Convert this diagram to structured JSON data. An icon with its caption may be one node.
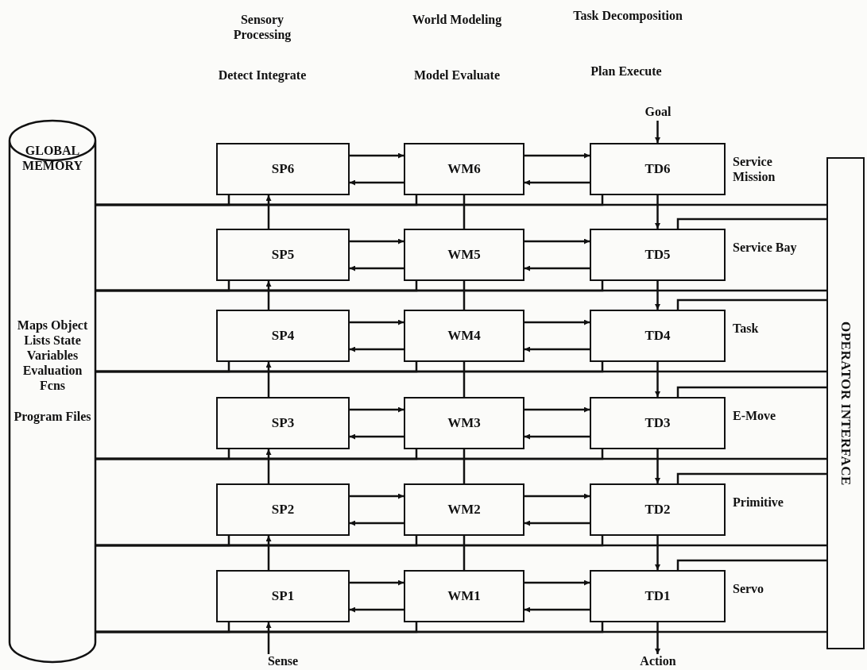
{
  "diagram": {
    "nodes": [
      {
        "text": [
          "GLOBAL MEMORY",
          "Maps Object Lists State Variables Evaluation Fcns",
          "Program Files"
        ]
      },
      {
        "text": [
          "OPERATOR INTERFACE"
        ]
      },
      {
        "text": [
          "SP6"
        ]
      },
      {
        "text": [
          "WM6"
        ]
      },
      {
        "text": [
          "TD6"
        ]
      },
      {
        "text": [
          "SP5"
        ]
      },
      {
        "text": [
          "WM5"
        ]
      },
      {
        "text": [
          "TD5"
        ]
      },
      {
        "text": [
          "SP4"
        ]
      },
      {
        "text": [
          "WM4"
        ]
      },
      {
        "text": [
          "TD4"
        ]
      },
      {
        "text": [
          "SP3"
        ]
      },
      {
        "text": [
          "WM3"
        ]
      },
      {
        "text": [
          "TD3"
        ]
      },
      {
        "text": [
          "SP2"
        ]
      },
      {
        "text": [
          "WM2"
        ]
      },
      {
        "text": [
          "TD2"
        ]
      },
      {
        "text": [
          "SP1"
        ]
      },
      {
        "text": [
          "WM1"
        ]
      },
      {
        "text": [
          "TD1"
        ]
      },
      {
        "text": [
          "Goal"
        ]
      },
      {
        "text": [
          "Sense"
        ]
      },
      {
        "text": [
          "Action"
        ]
      }
    ],
    "edges": [
      {
        "from": 20,
        "to": 4,
        "arrow": "to"
      },
      {
        "from": 2,
        "to": 3,
        "arrow": "to"
      },
      {
        "from": 3,
        "to": 2,
        "arrow": "to"
      },
      {
        "from": 3,
        "to": 4,
        "arrow": "to"
      },
      {
        "from": 4,
        "to": 3,
        "arrow": "to"
      },
      {
        "from": 2,
        "to": 0,
        "arrow": "none"
      },
      {
        "from": 3,
        "to": 0,
        "arrow": "none"
      },
      {
        "from": 4,
        "to": 0,
        "arrow": "none"
      },
      {
        "from": 0,
        "to": 1,
        "arrow": "none"
      },
      {
        "from": 5,
        "to": 6,
        "arrow": "to"
      },
      {
        "from": 6,
        "to": 5,
        "arrow": "to"
      },
      {
        "from": 6,
        "to": 7,
        "arrow": "to"
      },
      {
        "from": 7,
        "to": 6,
        "arrow": "to"
      },
      {
        "from": 5,
        "to": 0,
        "arrow": "none"
      },
      {
        "from": 6,
        "to": 0,
        "arrow": "none"
      },
      {
        "from": 7,
        "to": 0,
        "arrow": "none"
      },
      {
        "from": 0,
        "to": 1,
        "arrow": "none"
      },
      {
        "from": 8,
        "to": 9,
        "arrow": "to"
      },
      {
        "from": 9,
        "to": 8,
        "arrow": "to"
      },
      {
        "from": 9,
        "to": 10,
        "arrow": "to"
      },
      {
        "from": 10,
        "to": 9,
        "arrow": "to"
      },
      {
        "from": 8,
        "to": 0,
        "arrow": "none"
      },
      {
        "from": 9,
        "to": 0,
        "arrow": "none"
      },
      {
        "from": 10,
        "to": 0,
        "arrow": "none"
      },
      {
        "from": 0,
        "to": 1,
        "arrow": "none"
      },
      {
        "from": 11,
        "to": 12,
        "arrow": "to"
      },
      {
        "from": 12,
        "to": 11,
        "arrow": "to"
      },
      {
        "from": 12,
        "to": 13,
        "arrow": "to"
      },
      {
        "from": 13,
        "to": 12,
        "arrow": "to"
      },
      {
        "from": 11,
        "to": 0,
        "arrow": "none"
      },
      {
        "from": 12,
        "to": 0,
        "arrow": "none"
      },
      {
        "from": 13,
        "to": 0,
        "arrow": "none"
      },
      {
        "from": 0,
        "to": 1,
        "arrow": "none"
      },
      {
        "from": 14,
        "to": 15,
        "arrow": "to"
      },
      {
        "from": 15,
        "to": 14,
        "arrow": "to"
      },
      {
        "from": 15,
        "to": 16,
        "arrow": "to"
      },
      {
        "from": 16,
        "to": 15,
        "arrow": "to"
      },
      {
        "from": 14,
        "to": 0,
        "arrow": "none"
      },
      {
        "from": 15,
        "to": 0,
        "arrow": "none"
      },
      {
        "from": 16,
        "to": 0,
        "arrow": "none"
      },
      {
        "from": 0,
        "to": 1,
        "arrow": "none"
      },
      {
        "from": 17,
        "to": 18,
        "arrow": "to"
      },
      {
        "from": 18,
        "to": 17,
        "arrow": "to"
      },
      {
        "from": 18,
        "to": 19,
        "arrow": "to"
      },
      {
        "from": 19,
        "to": 18,
        "arrow": "to"
      },
      {
        "from": 17,
        "to": 0,
        "arrow": "none"
      },
      {
        "from": 18,
        "to": 0,
        "arrow": "none"
      },
      {
        "from": 19,
        "to": 0,
        "arrow": "none"
      },
      {
        "from": 0,
        "to": 1,
        "arrow": "none"
      },
      {
        "from": 21,
        "to": 17,
        "arrow": "to"
      },
      {
        "from": 17,
        "to": 14,
        "arrow": "to"
      },
      {
        "from": 14,
        "to": 11,
        "arrow": "to"
      },
      {
        "from": 11,
        "to": 8,
        "arrow": "to"
      },
      {
        "from": 8,
        "to": 5,
        "arrow": "to"
      },
      {
        "from": 5,
        "to": 2,
        "arrow": "to"
      },
      {
        "from": 4,
        "to": 7,
        "arrow": "to"
      },
      {
        "from": 7,
        "to": 10,
        "arrow": "to"
      },
      {
        "from": 10,
        "to": 13,
        "arrow": "to"
      },
      {
        "from": 13,
        "to": 16,
        "arrow": "to"
      },
      {
        "from": 16,
        "to": 19,
        "arrow": "to"
      },
      {
        "from": 19,
        "to": 22,
        "arrow": "to"
      },
      {
        "from": 3,
        "to": 6,
        "arrow": "none"
      },
      {
        "from": 6,
        "to": 9,
        "arrow": "none"
      },
      {
        "from": 9,
        "to": 12,
        "arrow": "none"
      },
      {
        "from": 12,
        "to": 15,
        "arrow": "none"
      },
      {
        "from": 15,
        "to": 18,
        "arrow": "none"
      },
      {
        "from": 1,
        "to": 7,
        "arrow": "none"
      },
      {
        "from": 1,
        "to": 10,
        "arrow": "none"
      },
      {
        "from": 1,
        "to": 13,
        "arrow": "none"
      },
      {
        "from": 1,
        "to": 16,
        "arrow": "none"
      },
      {
        "from": 1,
        "to": 19,
        "arrow": "none"
      }
    ],
    "labels": [
      "Sensory Processing",
      "Detect Integrate",
      "World Modeling",
      "Model Evaluate",
      "Task Decomposition",
      "Plan Execute",
      "Service Mission",
      "Service Bay",
      "Task",
      "E-Move",
      "Primitive",
      "Servo"
    ]
  }
}
